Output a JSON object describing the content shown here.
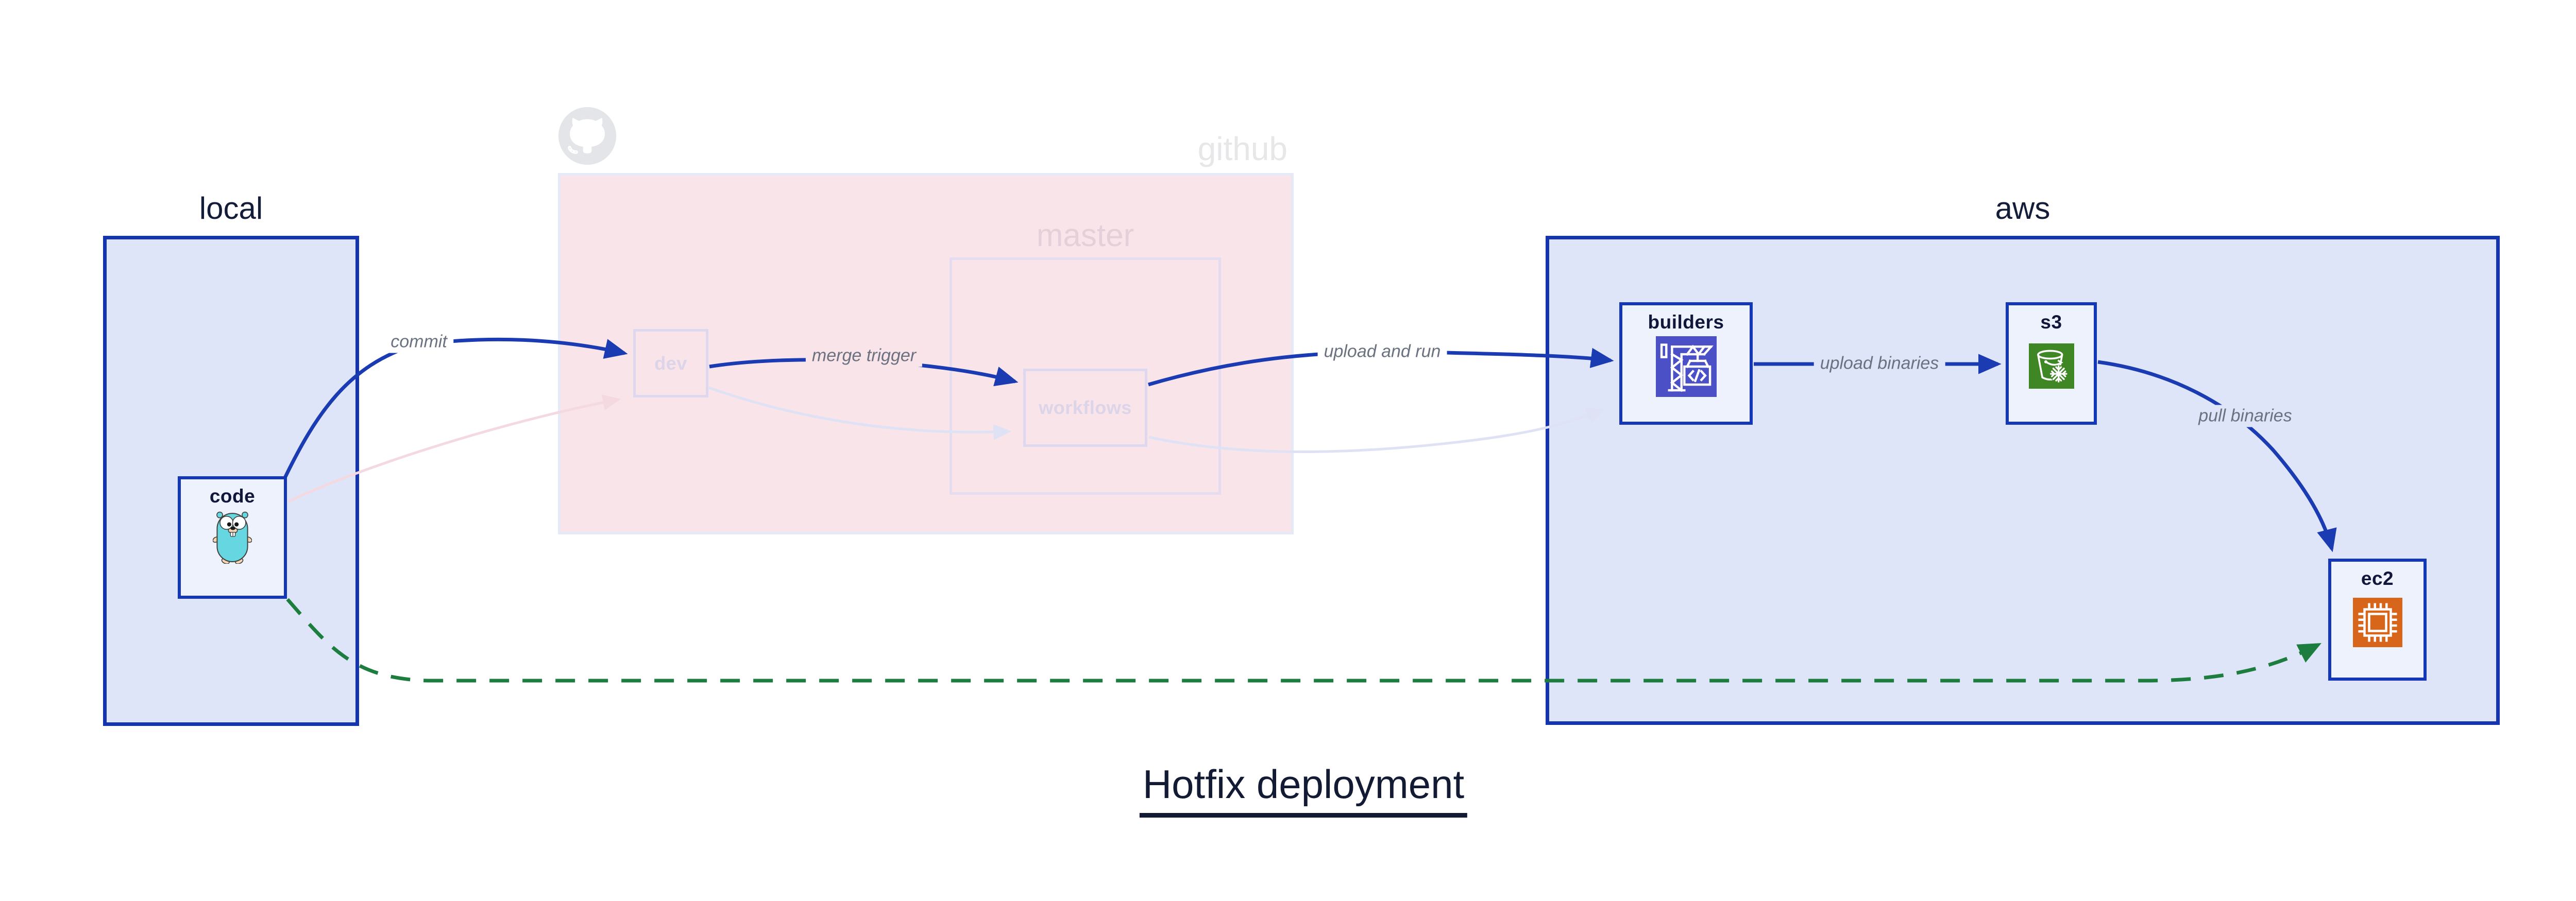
{
  "diagram": {
    "title": "Hotfix deployment",
    "groups": {
      "local": {
        "label": "local"
      },
      "github": {
        "label": "github"
      },
      "master": {
        "label": "master"
      },
      "aws": {
        "label": "aws"
      }
    },
    "nodes": {
      "code": {
        "label": "code",
        "icon": "go-gopher-icon"
      },
      "dev": {
        "label": "dev",
        "state": "faded"
      },
      "workflows": {
        "label": "workflows",
        "state": "faded"
      },
      "builders": {
        "label": "builders",
        "icon": "aws-codebuild-crane-icon"
      },
      "s3": {
        "label": "s3",
        "icon": "aws-s3-bucket-icon"
      },
      "ec2": {
        "label": "ec2",
        "icon": "aws-ec2-chip-icon"
      }
    },
    "edges": {
      "commit": {
        "label": "commit",
        "from": "code",
        "to": "dev",
        "style": "solid-blue"
      },
      "merge_trigger": {
        "label": "merge trigger",
        "from": "dev",
        "to": "workflows",
        "style": "solid-blue"
      },
      "upload_and_run": {
        "label": "upload and run",
        "from": "workflows",
        "to": "builders",
        "style": "solid-blue"
      },
      "upload_binaries": {
        "label": "upload binaries",
        "from": "builders",
        "to": "s3",
        "style": "solid-blue"
      },
      "pull_binaries": {
        "label": "pull binaries",
        "from": "s3",
        "to": "ec2",
        "style": "solid-blue"
      },
      "hotfix": {
        "label": "",
        "from": "code",
        "to": "ec2",
        "style": "dashed-green"
      },
      "faded_commit": {
        "label": "",
        "from": "code",
        "to": "dev",
        "style": "faded-pink"
      },
      "faded_merge": {
        "label": "",
        "from": "dev",
        "to": "workflows",
        "style": "faded-lavender"
      },
      "faded_upload": {
        "label": "",
        "from": "workflows",
        "to": "builders",
        "style": "faded-lavender"
      }
    },
    "colors": {
      "edge_blue": "#1b3bb3",
      "border_blue": "#1437b8",
      "group_border_blue": "#1535ae",
      "group_fill_blue": "#dee5f8",
      "node_fill": "#eef2fc",
      "github_fill": "#f9e4e9",
      "faded_border": "#ddd8ee",
      "faded_text": "#dcd4e8",
      "master_text": "#e6cfd9",
      "github_text": "#e7e7ea",
      "edge_label_grey": "#6a7280",
      "navy_text": "#131c38",
      "hotfix_green": "#1d7d3f",
      "faded_pink_edge": "#f4d9e1",
      "faded_lavender_edge": "#dfe2f4",
      "codebuild_indigo": "#4b50c6",
      "s3_green": "#3f8624",
      "ec2_orange": "#d8661a",
      "gopher_teal": "#66d7e0",
      "octocat_grey": "#e4e5e8"
    }
  }
}
